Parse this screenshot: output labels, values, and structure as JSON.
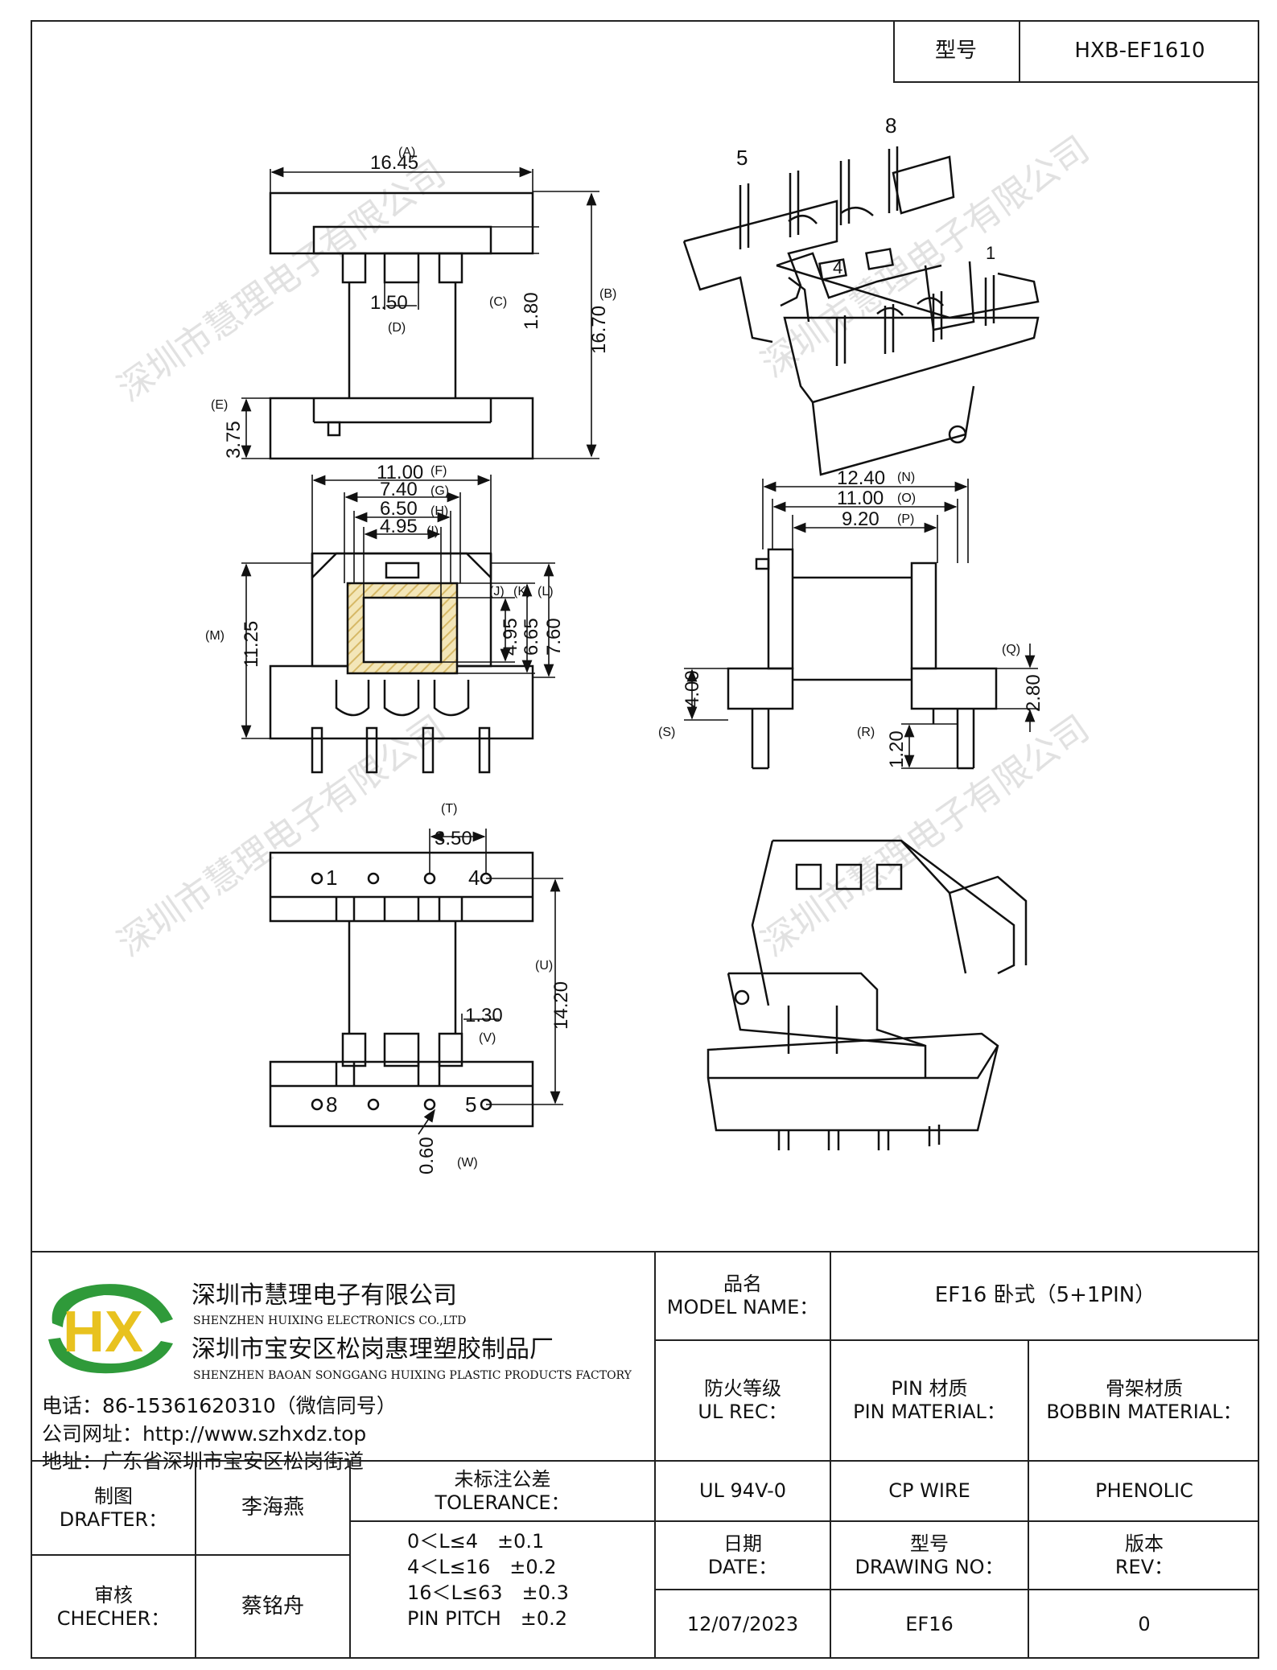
{
  "header": {
    "model_label": "型号",
    "model_value": "HXB-EF1610"
  },
  "drawing": {
    "dims": {
      "A_label": "(A)",
      "A": "16.45",
      "B_label": "(B)",
      "B": "16.70",
      "C_label": "(C)",
      "C": "1.80",
      "D_label": "(D)",
      "D": "1.50",
      "E_label": "(E)",
      "E": "3.75",
      "F_label": "(F)",
      "F": "11.00",
      "G_label": "(G)",
      "G": "7.40",
      "H_label": "(H)",
      "H": "6.50",
      "I_label": "(I)",
      "I": "4.95",
      "J_label": "(J)",
      "J": "4.95",
      "K_label": "(K)",
      "K": "6.65",
      "L_label": "(L)",
      "L": "7.60",
      "M_label": "(M)",
      "M": "11.25",
      "N_label": "(N)",
      "N": "12.40",
      "O_label": "(O)",
      "O": "11.00",
      "P_label": "(P)",
      "P": "9.20",
      "Q_label": "(Q)",
      "Q": "2.80",
      "R_label": "(R)",
      "R": "1.20",
      "S_label": "(S)",
      "S": "4.00",
      "T_label": "(T)",
      "T": "3.50",
      "U_label": "(U)",
      "U": "14.20",
      "V_label": "(V)",
      "V": "1.30",
      "W_label": "(W)",
      "W": "0.60"
    },
    "pins_top": [
      "1",
      "4"
    ],
    "pins_bottom": [
      "8",
      "5"
    ],
    "iso_pins": [
      "5",
      "8",
      "1",
      "4"
    ]
  },
  "company": {
    "name_cn": "深圳市慧理电子有限公司",
    "name_en": "SHENZHEN HUIXING ELECTRONICS CO.,LTD",
    "factory_cn": "深圳市宝安区松岗惠理塑胶制品厂",
    "factory_en": "SHENZHEN BAOAN SONGGANG HUIXING PLASTIC PRODUCTS FACTORY",
    "phone": "电话：86-15361620310（微信同号）",
    "website": "公司网址：http://www.szhxdz.top",
    "address": "地址：广东省深圳市宝安区松岗街道",
    "logo_text": "HX"
  },
  "title_block": {
    "model_name_label_cn": "品名",
    "model_name_label_en": "MODEL NAME：",
    "model_name_value": "EF16 卧式（5+1PIN）",
    "ul_label_cn": "防火等级",
    "ul_label_en": "UL REC：",
    "pin_label_cn": "PIN 材质",
    "pin_label_en": "PIN MATERIAL：",
    "bobbin_label_cn": "骨架材质",
    "bobbin_label_en": "BOBBIN MATERIAL：",
    "ul_value": "UL 94V-0",
    "pin_value": "CP WIRE",
    "bobbin_value": "PHENOLIC",
    "drafter_label_cn": "制图",
    "drafter_label_en": "DRAFTER：",
    "drafter_value": "李海燕",
    "checker_label_cn": "审核",
    "checker_label_en": "CHECHER：",
    "checker_value": "蔡铭舟",
    "tolerance_label_cn": "未标注公差",
    "tolerance_label_en": "TOLERANCE：",
    "tolerances": [
      "0＜L≤4　±0.1",
      "4＜L≤16　±0.2",
      "16＜L≤63　±0.3",
      "PIN PITCH　±0.2"
    ],
    "date_label_cn": "日期",
    "date_label_en": "DATE：",
    "date_value": "12/07/2023",
    "drawing_no_label_cn": "型号",
    "drawing_no_label_en": "DRAWING NO：",
    "drawing_no_value": "EF16",
    "rev_label_cn": "版本",
    "rev_label_en": "REV：",
    "rev_value": "0"
  },
  "colors": {
    "logo_green": "#2f9a3a",
    "logo_yellow": "#e8c21f",
    "hatch": "#e3cf8e",
    "line": "#111111"
  }
}
